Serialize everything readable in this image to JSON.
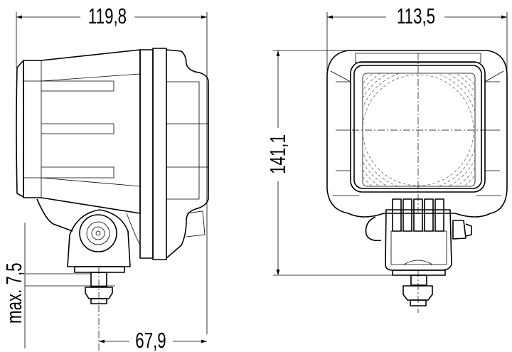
{
  "drawing": {
    "side_view": {
      "overall_length": "119,8",
      "mount_offset": "67,9",
      "max_thickness": "max. 7,5"
    },
    "front_view": {
      "width": "113,5",
      "height": "141,1"
    },
    "colors": {
      "line": "#000000",
      "background": "#ffffff"
    }
  }
}
